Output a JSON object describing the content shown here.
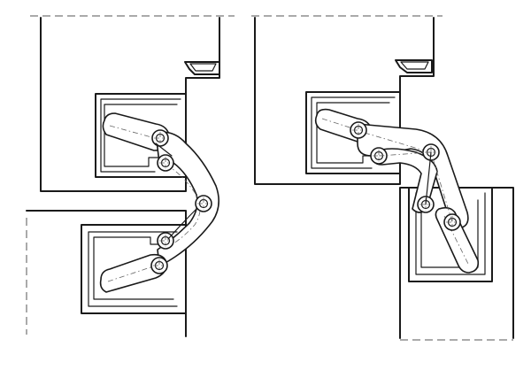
{
  "figure": {
    "kind": "technical-line-drawing",
    "subject": "concealed hinge",
    "views": [
      {
        "state": "closed"
      },
      {
        "state": "open"
      }
    ],
    "stroke_color": "#1a1a1a",
    "background_color": "#ffffff"
  }
}
